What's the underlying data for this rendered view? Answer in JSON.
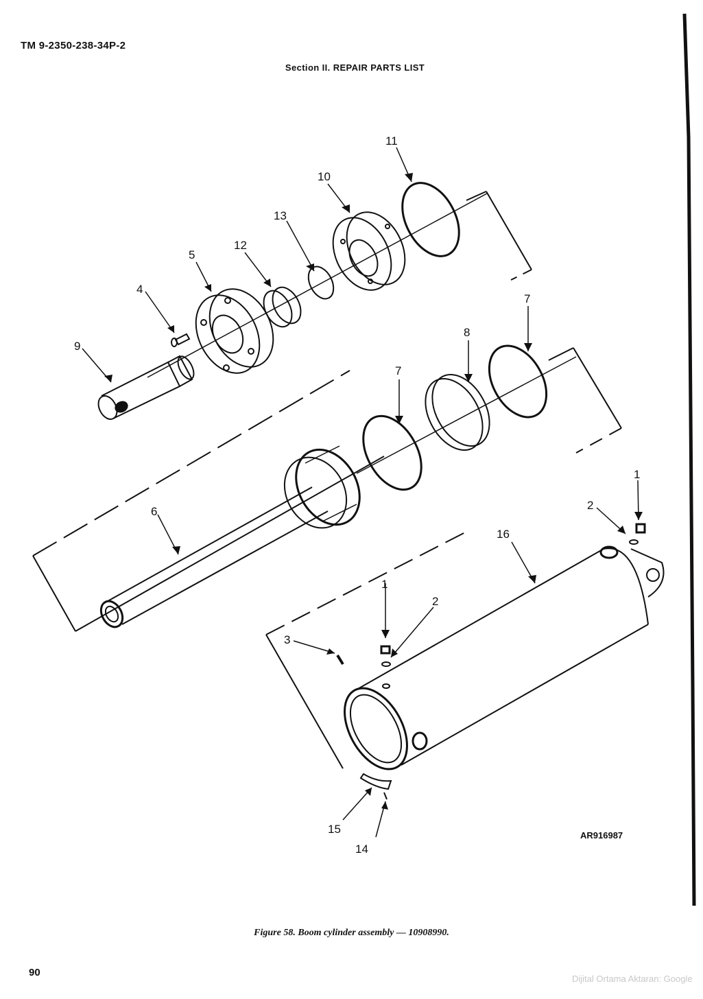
{
  "header": {
    "tm_number": "TM 9-2350-238-34P-2",
    "section_title": "Section II.  REPAIR PARTS LIST"
  },
  "figure": {
    "art_reference": "AR916987",
    "caption": "Figure 58.  Boom cylinder assembly — 10908990.",
    "callouts": [
      "11",
      "10",
      "13",
      "12",
      "5",
      "4",
      "9",
      "7",
      "8",
      "7",
      "6",
      "1",
      "2",
      "16",
      "1",
      "2",
      "3",
      "15",
      "14"
    ]
  },
  "footer": {
    "page_number": "90",
    "credit": "Dijital Ortama Aktaran: Google"
  }
}
